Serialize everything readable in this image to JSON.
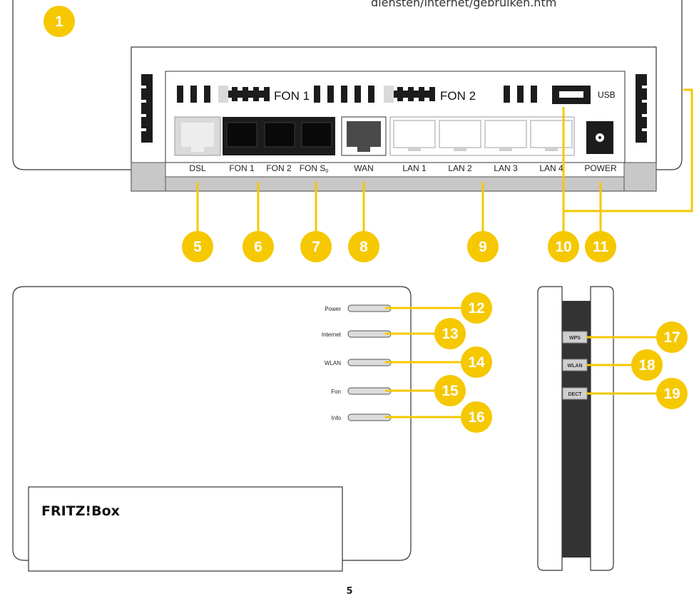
{
  "header_url": "diensten/internet/gebruiken.htm",
  "page_number": "5",
  "colors": {
    "accent": "#f5c800",
    "port_dark": "#1c1c1c",
    "port_gray": "#4a4a4a",
    "port_light": "#d9d9d9"
  },
  "back_panel": {
    "group_labels": {
      "fon1": "FON 1",
      "fon2": "FON 2",
      "usb": "USB"
    },
    "ports": {
      "dsl": "DSL",
      "fon1": "FON 1",
      "fon2": "FON 2",
      "fons0": "FON S",
      "fons0_sub": "0",
      "wan": "WAN",
      "lan1": "LAN 1",
      "lan2": "LAN 2",
      "lan3": "LAN 3",
      "lan4": "LAN 4",
      "power": "POWER"
    }
  },
  "badges": {
    "b1": "1",
    "b5": "5",
    "b6": "6",
    "b7": "7",
    "b8": "8",
    "b9": "9",
    "b10": "10",
    "b11": "11",
    "b12": "12",
    "b13": "13",
    "b14": "14",
    "b15": "15",
    "b16": "16",
    "b17": "17",
    "b18": "18",
    "b19": "19"
  },
  "front_panel": {
    "leds": {
      "power": "Power",
      "internet": "Internet",
      "wlan": "WLAN",
      "fon": "Fon",
      "info": "Info"
    },
    "brand": "FRITZ!Box"
  },
  "side_panel": {
    "buttons": {
      "wps": "WPS",
      "wlan": "WLAN",
      "dect": "DECT"
    }
  }
}
